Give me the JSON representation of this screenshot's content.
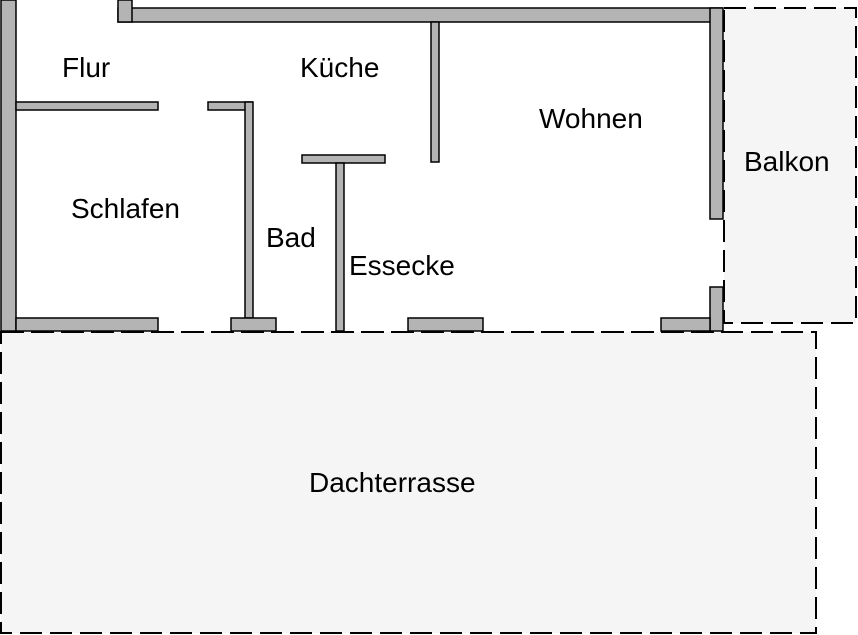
{
  "plan": {
    "rooms": {
      "flur": "Flur",
      "kueche": "Küche",
      "wohnen": "Wohnen",
      "balkon": "Balkon",
      "schlafen": "Schlafen",
      "bad": "Bad",
      "essecke": "Essecke",
      "dachterrasse": "Dachterrasse"
    },
    "colors": {
      "wall_fill": "#b4b4b4",
      "wall_stroke": "#000000",
      "outdoor_fill": "#f5f5f5",
      "dashed_outline": "#000000",
      "background": "#ffffff"
    }
  }
}
